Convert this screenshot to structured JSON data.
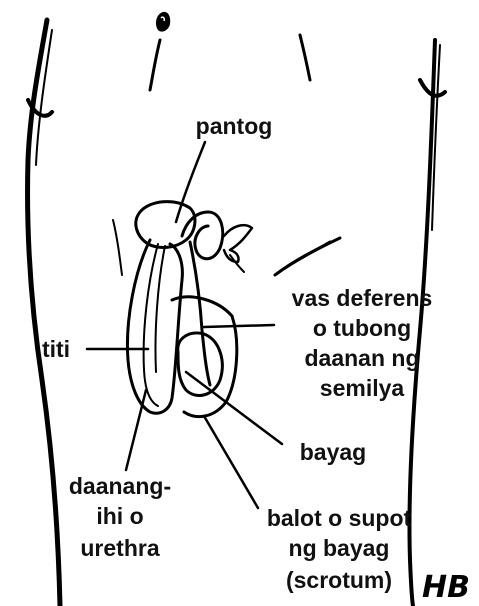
{
  "labels": {
    "pantog": "pantog",
    "vas": [
      "vas deferens",
      "o tubong",
      "daanan ng",
      "semilya"
    ],
    "titi": "titi",
    "bayag": "bayag",
    "urethra": [
      "daanang-",
      "ihi o",
      "urethra"
    ],
    "scrotum": [
      "balot o supot",
      "ng bayag",
      "(scrotum)"
    ]
  },
  "signature": "HB",
  "colors": {
    "ink": "#000000",
    "background": "#ffffff"
  }
}
